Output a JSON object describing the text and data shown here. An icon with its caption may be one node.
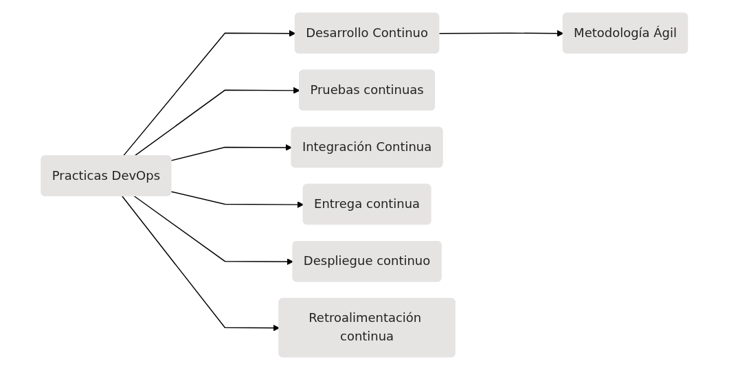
{
  "diagram": {
    "nodes": [
      {
        "text": [
          "Practicas DevOps"
        ]
      },
      {
        "text": [
          "Desarrollo Continuo"
        ]
      },
      {
        "text": [
          "Metodología Ágil"
        ]
      },
      {
        "text": [
          "Pruebas continuas"
        ]
      },
      {
        "text": [
          "Integración Continua"
        ]
      },
      {
        "text": [
          "Entrega continua"
        ]
      },
      {
        "text": [
          "Despliegue continuo"
        ]
      },
      {
        "text": [
          "Retroalimentación continua"
        ]
      }
    ],
    "edges": [
      {
        "from": 0,
        "to": 1,
        "arrow": "to"
      },
      {
        "from": 1,
        "to": 2,
        "arrow": "to"
      },
      {
        "from": 0,
        "to": 3,
        "arrow": "to"
      },
      {
        "from": 0,
        "to": 4,
        "arrow": "to"
      },
      {
        "from": 0,
        "to": 5,
        "arrow": "to"
      },
      {
        "from": 0,
        "to": 6,
        "arrow": "to"
      },
      {
        "from": 0,
        "to": 7,
        "arrow": "to"
      }
    ]
  }
}
